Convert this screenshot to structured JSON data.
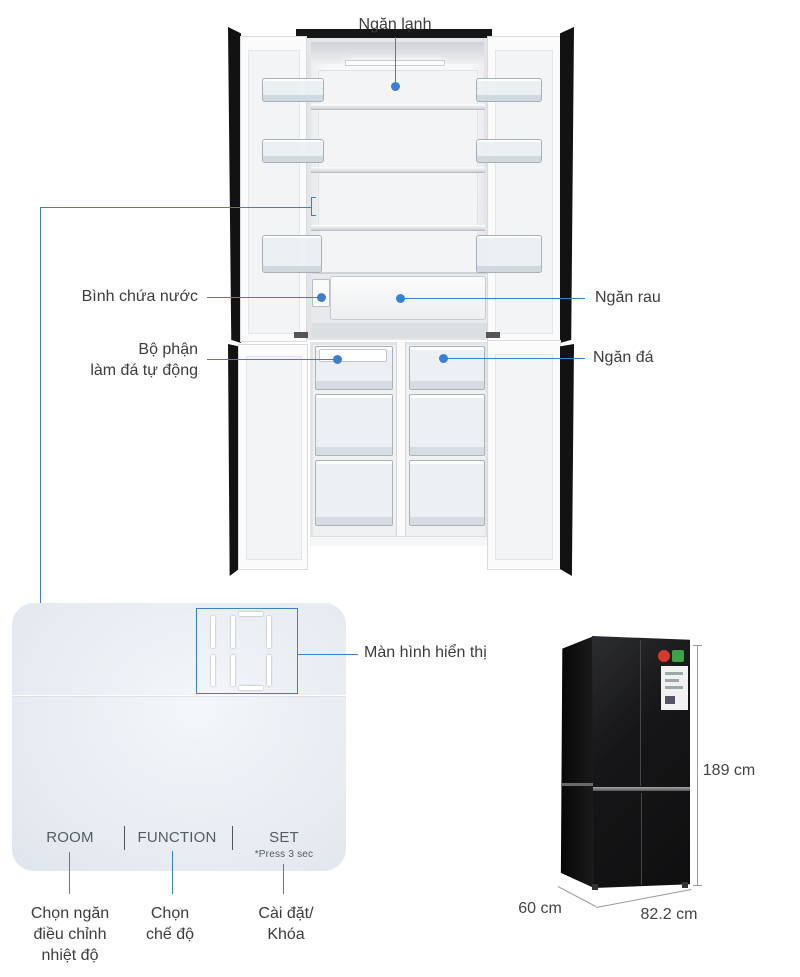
{
  "annotations": {
    "fridge_compartment": "Ngăn lạnh",
    "water_tank": "Bình chứa nước",
    "vegetable_drawer": "Ngăn rau",
    "ice_maker": [
      "Bộ phận",
      "làm đá tự động"
    ],
    "freezer": "Ngăn đá",
    "display": "Màn hình hiển thị"
  },
  "control_panel": {
    "buttons": [
      {
        "label": "ROOM",
        "caption": [
          "Chọn ngăn",
          "điều chỉnh",
          "nhiệt độ"
        ]
      },
      {
        "label": "FUNCTION",
        "caption": [
          "Chọn",
          "chế độ"
        ]
      },
      {
        "label": "SET",
        "note": "*Press 3 sec",
        "caption": [
          "Cài đặt/",
          "Khóa"
        ]
      }
    ]
  },
  "dimensions": {
    "height": "189 cm",
    "depth": "60 cm",
    "width": "82.2 cm"
  },
  "colors": {
    "accent": "#3a7fd5",
    "label_text": "#3d3d3d",
    "fridge_body": "#151515",
    "panel_background": "#e9eef4"
  }
}
